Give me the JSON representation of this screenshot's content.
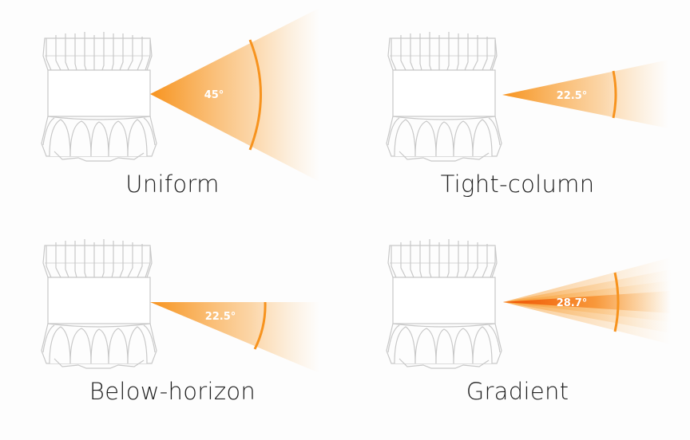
{
  "figure": {
    "background": "#fdfdfd",
    "beam_color": "#f7931e",
    "beam_core_color": "#ef5a0c",
    "device_outline_color": "#c8c8c8",
    "panels": [
      {
        "id": "uniform",
        "caption": "Uniform",
        "angle_label": "45°",
        "beam_angle_deg": 45,
        "tilt": "symmetric"
      },
      {
        "id": "tight-column",
        "caption": "Tight-column",
        "angle_label": "22.5°",
        "beam_angle_deg": 22.5,
        "tilt": "symmetric"
      },
      {
        "id": "below-horizon",
        "caption": "Below-horizon",
        "angle_label": "22.5°",
        "beam_angle_deg": 22.5,
        "tilt": "downward from horizon"
      },
      {
        "id": "gradient",
        "caption": "Gradient",
        "angle_label": "28.7°",
        "beam_angle_deg": 28.7,
        "tilt": "symmetric, layered intensity"
      }
    ]
  }
}
